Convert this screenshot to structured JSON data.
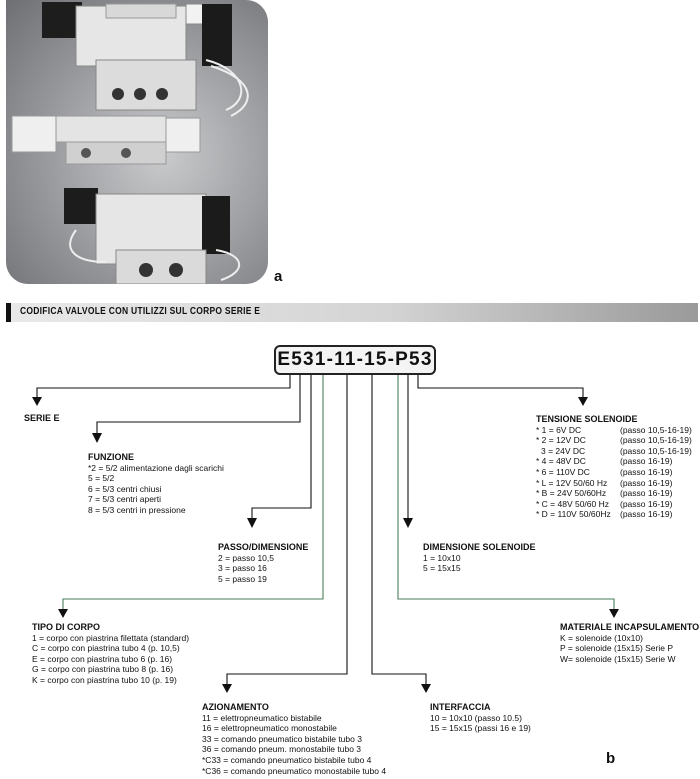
{
  "figure_labels": {
    "a": "a",
    "b": "b"
  },
  "banner": "CODIFICA VALVOLE CON UTILIZZI SUL CORPO SERIE E",
  "code": "E531-11-15-P53",
  "serie": {
    "title": "SERIE E"
  },
  "funzione": {
    "title": "FUNZIONE",
    "rows": [
      "*2 = 5/2 alimentazione dagli scarichi",
      "5 = 5/2",
      "6 = 5/3 centri chiusi",
      "7 = 5/3 centri aperti",
      "8 = 5/3 centri in pressione"
    ]
  },
  "passo": {
    "title": "PASSO/DIMENSIONE",
    "rows": [
      "2 = passo 10,5",
      "3 = passo 16",
      "5 = passo 19"
    ]
  },
  "tipo_corpo": {
    "title": "TIPO DI CORPO",
    "rows": [
      "1 = corpo con piastrina filettata (standard)",
      "C = corpo con piastrina tubo 4 (p. 10,5)",
      "E = corpo con piastrina tubo 6 (p. 16)",
      "G = corpo con piastrina tubo 8 (p. 16)",
      "K = corpo con piastrina tubo 10 (p. 19)"
    ]
  },
  "azionamento": {
    "title": "AZIONAMENTO",
    "rows": [
      "11 = elettropneumatico bistabile",
      "16 = elettropneumatico monostabile",
      "33 = comando pneumatico bistabile tubo 3",
      "36 = comando pneum. monostabile tubo 3",
      "*C33 = comando pneumatico bistabile tubo 4",
      "*C36 = comando pneumatico monostabile tubo 4"
    ]
  },
  "interfaccia": {
    "title": "INTERFACCIA",
    "rows": [
      "10 = 10x10 (passo 10.5)",
      "15 = 15x15 (passi 16 e 19)"
    ]
  },
  "dimensione_solenoide": {
    "title": "DIMENSIONE SOLENOIDE",
    "rows": [
      "1 = 10x10",
      "5 = 15x15"
    ]
  },
  "materiale": {
    "title": "MATERIALE INCAPSULAMENTO",
    "rows": [
      "K = solenoide (10x10)",
      "P = solenoide (15x15) Serie P",
      "W= solenoide (15x15) Serie W"
    ]
  },
  "tensione": {
    "title": "TENSIONE SOLENOIDE",
    "rows": [
      {
        "v": "* 1 = 6V DC",
        "p": "(passo 10,5-16-19)"
      },
      {
        "v": "* 2 = 12V DC",
        "p": "(passo 10,5-16-19)"
      },
      {
        "v": "3 = 24V DC",
        "p": "(passo 10,5-16-19)"
      },
      {
        "v": "* 4 = 48V DC",
        "p": "(passo 16-19)"
      },
      {
        "v": "* 6 = 110V DC",
        "p": "(passo 16-19)"
      },
      {
        "v": "* L = 12V 50/60 Hz",
        "p": "(passo 16-19)"
      },
      {
        "v": "* B = 24V 50/60Hz",
        "p": "(passo 16-19)"
      },
      {
        "v": "* C = 48V 50/60 Hz",
        "p": "(passo 16-19)"
      },
      {
        "v": "* D = 110V 50/60Hz",
        "p": "(passo 16-19)"
      }
    ]
  }
}
